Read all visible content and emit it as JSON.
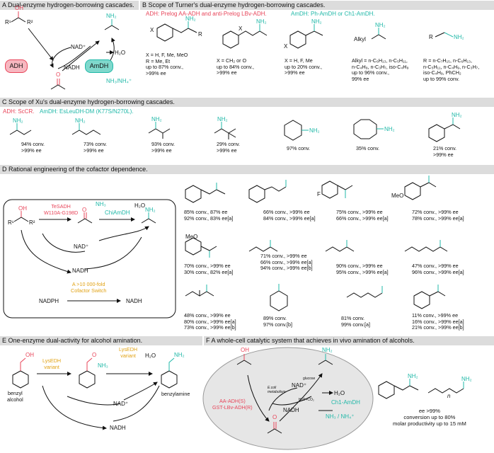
{
  "colors": {
    "red": "#e8455a",
    "teal": "#20b8a8",
    "gold": "#e1a214",
    "header_bg": "#dcdcdc",
    "pill_red": "#f7b7c0",
    "pill_teal": "#7fd8cc"
  },
  "panelA": {
    "title": "A Dual-enzyme hydrogen-borrowing cascades.",
    "oh": "OH",
    "r1": "R¹",
    "r2": "R²",
    "nh2": "NH₂",
    "nad": "NAD⁺",
    "nadh": "NADH",
    "h2o": "H₂O",
    "nh3": "NH₃/NH₄⁺",
    "adh": "ADH",
    "amdh": "AmDH",
    "o": "O"
  },
  "panelB": {
    "title": "B Scope of Turner's  dual-enzyme hydrogen-borrowing cascades.",
    "subtitle_red": "ADH: Prelog AA-ADH and anti-Prelog LBv-ADH.",
    "subtitle_teal": "AmDH: Ph-AmDH or Ch1-AmDH.",
    "col1": "X = H, F, Me, MeO\nR = Me, Et\nup to 87% conv.,\n>99% ee",
    "col2": "X = CH₂ or O\nup to 84% conv.,\n>99% ee",
    "col3": "X = H, F, Me\nup to 20% conv.,\n>99% ee",
    "col4": "Alkyl = n-C₆H₁₃, n-C₅H₁₁,\nn-C₄H₉, n-C₃H₇, iso-C₄H₉\nup to 96% conv.,\n99% ee",
    "col5": "R = n-C₇H₁₅, n-C₆H₁₃,\nn-C₅H₁₁, n-C₄H₉, n-C₃H₇,\niso-C₄H₉, PhCH₂\nup to 99% conv.",
    "x": "X",
    "r": "R",
    "alkyl": "Alkyl",
    "nh2": "NH₂"
  },
  "panelC": {
    "title": "C Scope of Xu's  dual-enzyme hydrogen-borrowing cascades.",
    "subtitle_red": "ADH: ScCR.",
    "subtitle_teal": "AmDH: EsLeuDH-DM (K77S/N270L).",
    "items": [
      "94% conv.\n>99% ee",
      "73% conv.\n>99% ee",
      "93% conv.\n>99% ee",
      "29% conv.\n>99% ee",
      "97% conv.",
      "35% conv.",
      "21% conv.\n>99% ee"
    ],
    "nh2": "NH₂"
  },
  "panelD": {
    "title": "D Rational engineering of the cofactor dependence.",
    "enzyme1": "TeSADH\nW110A-G198D",
    "enzyme2": "ChiAmDH",
    "oh": "OH",
    "nh3": "NH₃",
    "h2o": "H₂O",
    "nad": "NAD⁺",
    "nadh": "NADH",
    "nadph": "NADPH",
    "switch": "A >10 000-fold\nCofactor Switch",
    "r1": "R¹",
    "r2": "R²",
    "nh2": "NH₂",
    "o": "O",
    "results": [
      "85% conv., 87% ee\n92% conv., 83% ee[a]",
      "66% conv., >99% ee\n84% conv., >99% ee[a]",
      "75% conv., >99% ee\n66% conv., >99% ee[a]",
      "72% conv., >99% ee\n78% conv., >99% ee[a]",
      "70% conv., >99% ee\n30% conv., 82% ee[a]",
      "71% conv., >99% ee\n66% conv., >99% ee[a]\n94% conv., >99% ee[b]",
      "90% conv., >99% ee\n95% conv., >99% ee[a]",
      "47% conv., >99% ee\n96% conv., >99% ee[a]",
      "48% conv., >99% ee\n80% conv., >99% ee[a]\n73% conv., >99% ee[b]",
      "89% conv.\n97% conv.[b]",
      "81% conv.\n99% conv.[a]",
      "11% conv., >99% ee\n16% conv., >99% ee[a]\n21% conv., >99% ee[b]"
    ],
    "f": "F",
    "meo": "MeO"
  },
  "panelE": {
    "title": "E One-enzyme dual-activity for alcohol amination.",
    "enzyme": "LysEDH\nvariant",
    "left": "benzyl\nalcohol",
    "right": "benzylamine",
    "oh": "OH",
    "nh3": "NH₃",
    "h2o": "H₂O",
    "nad": "NAD⁺",
    "nadh": "NADH",
    "nh2": "NH₂",
    "o": "O"
  },
  "panelF": {
    "title": "F A whole-cell catalytic system that achieves in vivo amination of alcohols.",
    "adh": "AA-ADH(S)\nGST-LBv-ADH(R)",
    "amdh": "Ch1-AmDH",
    "nh3": "NH₃ / NH₄⁺",
    "h2o": "H₂O",
    "nad": "NAD⁺",
    "nadh": "NADH",
    "ecoli": "E.coli\nmetabolism",
    "glucose": "glucose",
    "co2": "H₂O+CO₂",
    "oh": "OH",
    "nh2": "NH₂",
    "o": "O",
    "n": "n",
    "result": "ee >99%\nconversion up to 80%\nmolar productivity up to 15 mM"
  }
}
